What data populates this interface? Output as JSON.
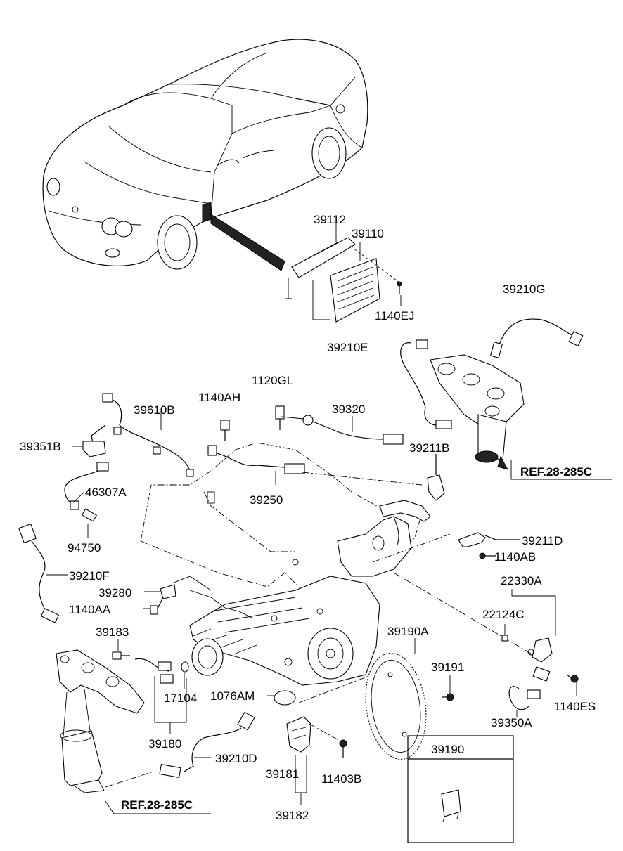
{
  "labels": {
    "p39112": "39112",
    "p39110": "39110",
    "p1140EJ": "1140EJ",
    "p39210G": "39210G",
    "p39210E": "39210E",
    "p1120GL": "1120GL",
    "p1140AH": "1140AH",
    "p39320": "39320",
    "p39610B": "39610B",
    "p39351B": "39351B",
    "p39211B": "39211B",
    "pRef1": "REF.28-285C",
    "p46307A": "46307A",
    "p39250": "39250",
    "p94750": "94750",
    "p39211D": "39211D",
    "p1140AB": "1140AB",
    "p39210F": "39210F",
    "p22330A": "22330A",
    "p39280": "39280",
    "p1140AA": "1140AA",
    "p22124C": "22124C",
    "p39183": "39183",
    "p39190A": "39190A",
    "p39191": "39191",
    "p17104": "17104",
    "p1076AM": "1076AM",
    "p1140ES": "1140ES",
    "p39350A": "39350A",
    "p39180": "39180",
    "p39210D": "39210D",
    "p39190": "39190",
    "p39181": "39181",
    "p11403B": "11403B",
    "pRef2": "REF.28-285C",
    "p39182": "39182"
  }
}
